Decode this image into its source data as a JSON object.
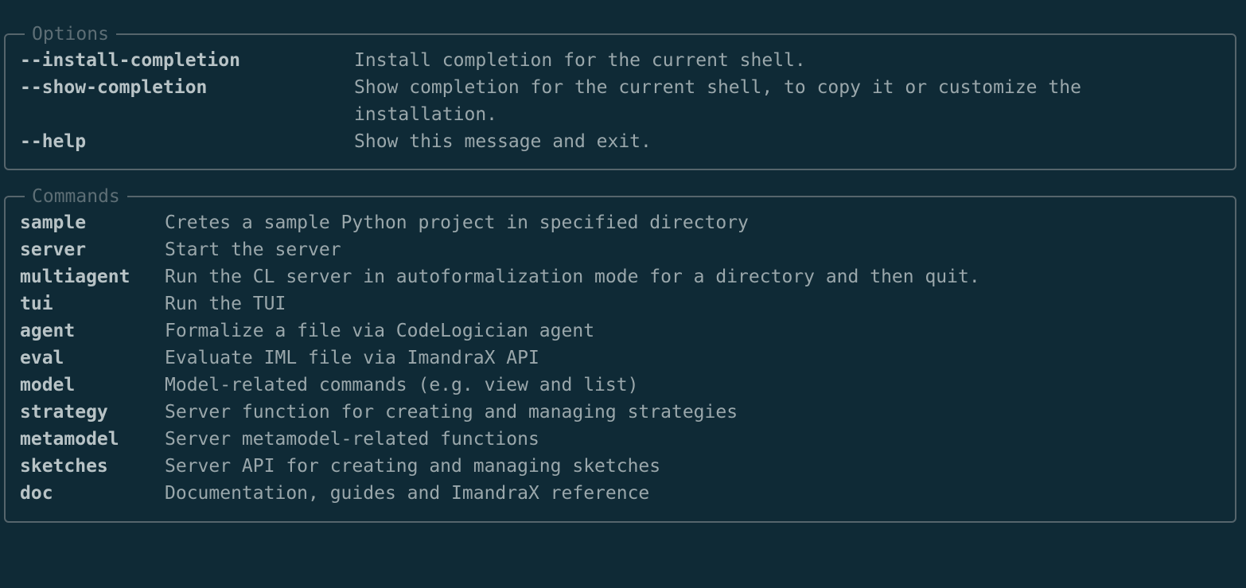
{
  "options": {
    "title": "Options",
    "rows": [
      {
        "name": "--install-completion",
        "desc": [
          "Install completion for the current shell."
        ]
      },
      {
        "name": "--show-completion",
        "desc": [
          "Show completion for the current shell, to copy it or customize the",
          "installation."
        ]
      },
      {
        "name": "--help",
        "desc": [
          "Show this message and exit."
        ]
      }
    ]
  },
  "commands": {
    "title": "Commands",
    "rows": [
      {
        "name": "sample",
        "desc": "Cretes a sample Python project in specified directory"
      },
      {
        "name": "server",
        "desc": "Start the server"
      },
      {
        "name": "multiagent",
        "desc": "Run the CL server in autoformalization mode for a directory and then quit."
      },
      {
        "name": "tui",
        "desc": "Run the TUI"
      },
      {
        "name": "agent",
        "desc": "Formalize a file via CodeLogician agent"
      },
      {
        "name": "eval",
        "desc": "Evaluate IML file via ImandraX API"
      },
      {
        "name": "model",
        "desc": "Model-related commands (e.g. view and list)"
      },
      {
        "name": "strategy",
        "desc": "Server function for creating and managing strategies"
      },
      {
        "name": "metamodel",
        "desc": "Server metamodel-related functions"
      },
      {
        "name": "sketches",
        "desc": "Server API for creating and managing sketches"
      },
      {
        "name": "doc",
        "desc": "Documentation, guides and ImandraX reference"
      }
    ]
  },
  "colors": {
    "background": "#0f2a36",
    "border": "#56656c",
    "title": "#5d6e75",
    "name": "#b8c3c6",
    "desc": "#9aa7ab"
  }
}
